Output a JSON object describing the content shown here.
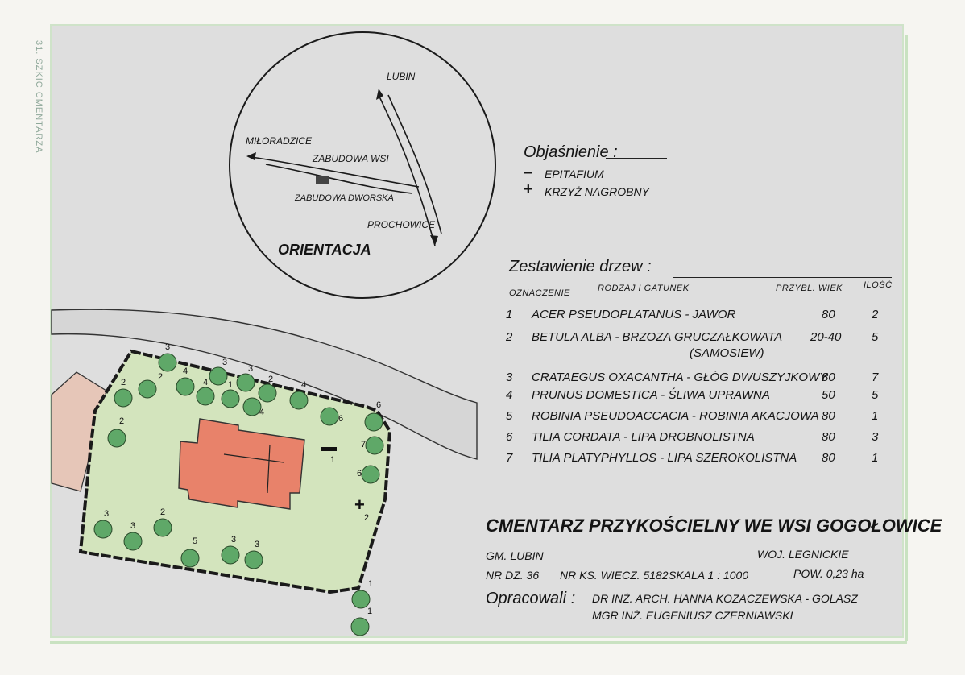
{
  "side_label": "31. SZKIC CMENTARZA",
  "orientation": {
    "title": "ORIENTACJA",
    "labels": {
      "lubin": "LUBIN",
      "miloradzice": "MIŁORADZICE",
      "zabudowa_wsi": "ZABUDOWA WSI",
      "zabudowa_dworska": "ZABUDOWA DWORSKA",
      "prochowice": "PROCHOWICE"
    }
  },
  "legend": {
    "title": "Objaśnienie :",
    "items": [
      {
        "symbol": "−",
        "label": "EPITAFIUM"
      },
      {
        "symbol": "+",
        "label": "KRZYŻ NAGROBNY"
      }
    ]
  },
  "trees_table": {
    "title": "Zestawienie drzew :",
    "headers": {
      "mark": "OZNACZENIE",
      "species": "RODZAJ I GATUNEK",
      "age": "PRZYBL. WIEK",
      "count": "ILOŚĆ"
    },
    "rows": [
      {
        "mark": "1",
        "species": "ACER PSEUDOPLATANUS - JAWOR",
        "age": "80",
        "count": "2"
      },
      {
        "mark": "2",
        "species": "BETULA ALBA         - BRZOZA GRUCZAŁKOWATA",
        "species_extra": "(SAMOSIEW)",
        "age": "20-40",
        "count": "5"
      },
      {
        "mark": "3",
        "species": "CRATAEGUS OXACANTHA - GŁÓG DWUSZYJKOWY",
        "age": "80",
        "count": "7"
      },
      {
        "mark": "4",
        "species": "PRUNUS DOMESTICA    - ŚLIWA UPRAWNA",
        "age": "50",
        "count": "5"
      },
      {
        "mark": "5",
        "species": "ROBINIA PSEUDOACCACIA - ROBINIA AKACJOWA",
        "age": "80",
        "count": "1"
      },
      {
        "mark": "6",
        "species": "TILIA CORDATA       - LIPA DROBNOLISTNA",
        "age": "80",
        "count": "3"
      },
      {
        "mark": "7",
        "species": "TILIA PLATYPHYLLOS  - LIPA SZEROKOLISTNA",
        "age": "80",
        "count": "1"
      }
    ]
  },
  "title_block": {
    "title": "CMENTARZ PRZYKOŚCIELNY WE WSI GOGOŁOWICE",
    "gmina": "GM. LUBIN",
    "wojewodztwo": "WOJ. LEGNICKIE",
    "nr_dz": "NR DZ. 36",
    "nr_ks": "NR KS. WIECZ. 5182",
    "skala": "SKALA 1 : 1000",
    "pow": "POW. 0,23 ha",
    "opracowali_label": "Opracowali :",
    "author1": "DR INŻ. ARCH. HANNA KOZACZEWSKA - GOLASZ",
    "author2": "MGR INŻ. EUGENIUSZ CZERNIAWSKI"
  },
  "map": {
    "colors": {
      "church": "#e8826a",
      "grounds": "#d8e6c4",
      "tree": "#5fa868",
      "road": "#d8d8d8"
    },
    "tree_numbers": [
      "3",
      "2",
      "4",
      "3",
      "3",
      "2",
      "2",
      "4",
      "1",
      "4",
      "4",
      "6",
      "6",
      "2",
      "7",
      "6",
      "3",
      "3",
      "2",
      "5",
      "3",
      "3",
      "1",
      "1"
    ],
    "epitaph_mark": "1",
    "cross_mark": "2"
  }
}
